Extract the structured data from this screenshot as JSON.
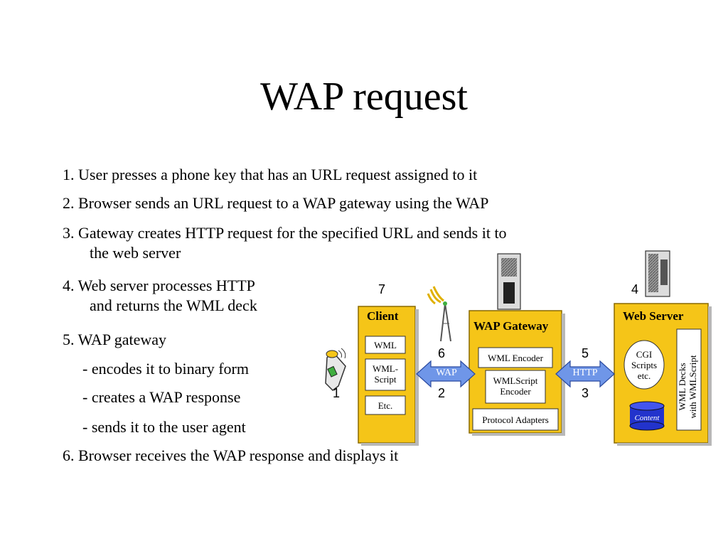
{
  "title": "WAP request",
  "steps": [
    {
      "text": "1. User presses a phone key that has an URL request assigned to it"
    },
    {
      "text": "2. Browser sends an URL request to a WAP gateway using the WAP"
    },
    {
      "text": "3. Gateway creates HTTP request for the specified URL and sends it to",
      "cont": "the web server"
    },
    {
      "text": "4. Web server processes HTTP",
      "cont": "and returns the WML deck"
    },
    {
      "text": "5. WAP gateway"
    },
    {
      "text": "- encodes it to binary form"
    },
    {
      "text": "- creates a WAP response"
    },
    {
      "text": "- sends it to the user agent"
    },
    {
      "text": "6. Browser receives the WAP response and displays it"
    }
  ],
  "diagram": {
    "client": {
      "title": "Client",
      "items": [
        "WML",
        "WML-\nScript",
        "Etc."
      ]
    },
    "gateway": {
      "title": "WAP Gateway",
      "items": [
        "WML Encoder",
        "WMLScript\nEncoder",
        "Protocol Adapters"
      ]
    },
    "server": {
      "title": "Web Server",
      "cgi": "CGI\nScripts\netc.",
      "content": "Content",
      "decks": "WML Decks\nwith WMLScript"
    },
    "arrows": {
      "wap": "WAP",
      "http": "HTTP"
    },
    "numbers": [
      "1",
      "2",
      "3",
      "4",
      "5",
      "6",
      "7"
    ],
    "colors": {
      "box_fill": "#f5c518",
      "box_border": "#8a6a00",
      "arrow_fill": "#6f96e8",
      "content_fill": "#2233cc"
    }
  }
}
